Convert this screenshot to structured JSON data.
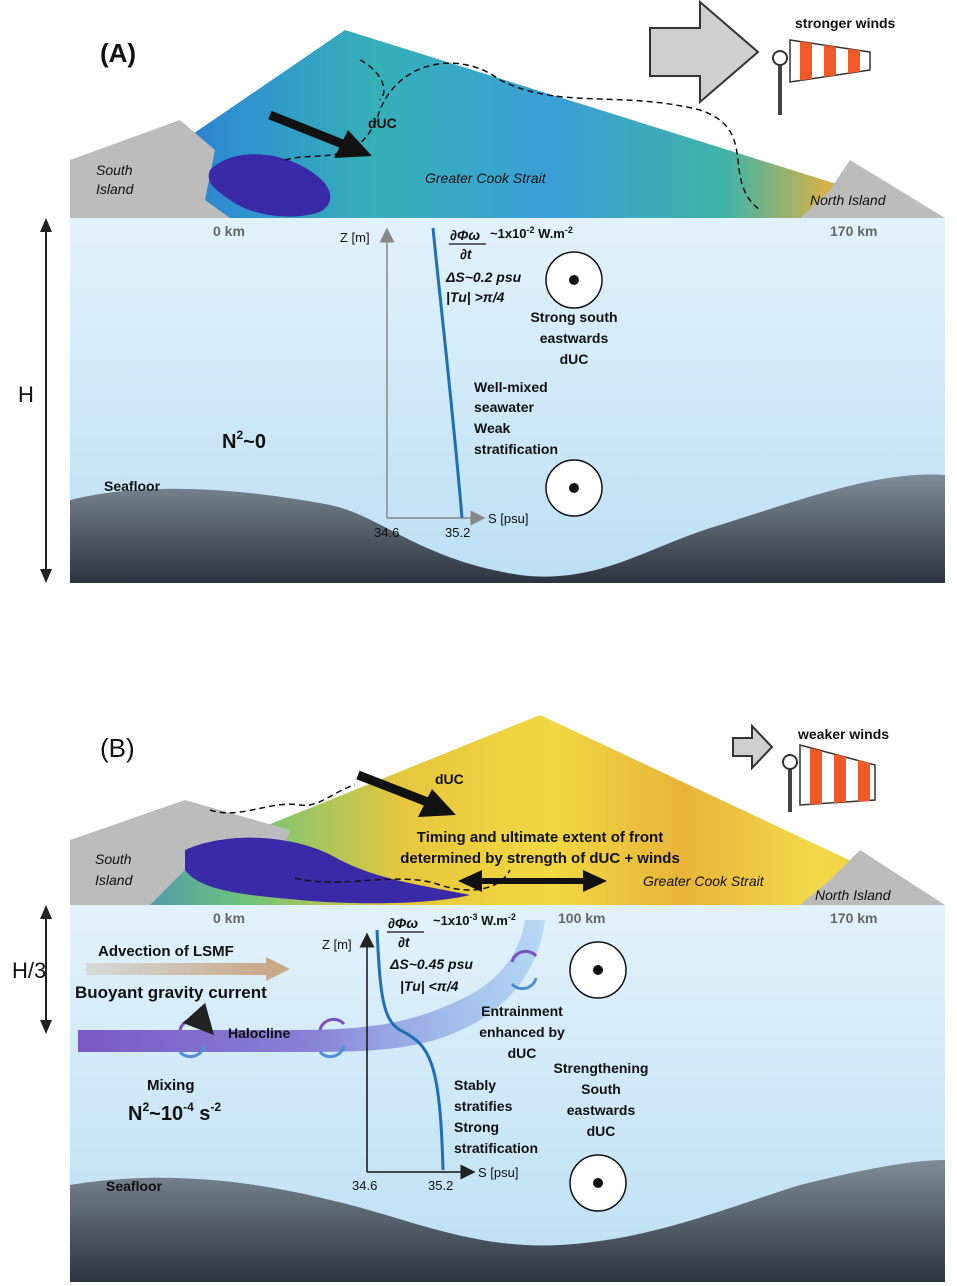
{
  "panel_a": {
    "letter": "(A)",
    "wind_label": "stronger winds",
    "duc_arrow_label": "dUC",
    "south_island_line1": "South",
    "south_island_line2": "Island",
    "north_island": "North Island",
    "strait_name": "Greater Cook Strait",
    "km_left": "0 km",
    "km_right": "170 km",
    "depth_label": "H",
    "z_axis": "Z [m]",
    "s_axis": "S [psu]",
    "s_tick_min": "34.6",
    "s_tick_max": "35.2",
    "flux_num": "∂Φω",
    "flux_den": "∂t",
    "flux_value": "~1x10",
    "flux_exp": "-2",
    "flux_unit": " W.m",
    "flux_unit_exp": "-2",
    "delta_s": "ΔS~0.2 psu",
    "turner": "|Tu| >π/4",
    "duc_note_line1": "Strong south",
    "duc_note_line2": "eastwards",
    "duc_note_line3": "dUC",
    "mix_line1": "Well-mixed",
    "mix_line2": "seawater",
    "mix_line3": "Weak",
    "mix_line4": "stratification",
    "n2_base": "N",
    "n2_exp": "2",
    "n2_rest": "~0",
    "seafloor": "Seafloor"
  },
  "panel_b": {
    "letter": "(B)",
    "wind_label": "weaker winds",
    "duc_arrow_label": "dUC",
    "front_line1": "Timing and ultimate extent of front",
    "front_line2": "determined by strength of dUC + winds",
    "south_island_line1": "South",
    "south_island_line2": "Island",
    "north_island": "North Island",
    "strait_name": "Greater Cook Strait",
    "km_left": "0 km",
    "km_mid": "100 km",
    "km_right": "170 km",
    "depth_label": "H/3",
    "z_axis": "Z [m]",
    "s_axis": "S [psu]",
    "s_tick_min": "34.6",
    "s_tick_max": "35.2",
    "flux_num": "∂Φω",
    "flux_den": "∂t",
    "flux_value": "~1x10",
    "flux_exp": "-3",
    "flux_unit": " W.m",
    "flux_unit_exp": "-2",
    "delta_s": "ΔS~0.45 psu",
    "turner": "|Tu| <π/4",
    "advection": "Advection of LSMF",
    "gravity_current": "Buoyant gravity current",
    "halocline": "Halocline",
    "mixing": "Mixing",
    "n2_base": "N",
    "n2_exp": "2",
    "n2_mid": "~10",
    "n2_exp2": "-4",
    "n2_unit": " s",
    "n2_exp3": "-2",
    "entrain_line1": "Entrainment",
    "entrain_line2": "enhanced by",
    "entrain_line3": "dUC",
    "strength_line1": "Strengthening",
    "strength_line2": "South",
    "strength_line3": "eastwards",
    "strength_line4": "dUC",
    "strat_line1": "Stably",
    "strat_line2": "stratifies",
    "strat_line3": "Strong",
    "strat_line4": "stratification",
    "seafloor": "Seafloor"
  },
  "colors": {
    "water_top": "#d9eefb",
    "water_bottom": "#bfe0f5",
    "land_gray": "#bcbcbc",
    "profile_blue": "#1f6fb7",
    "halocline_purple": "#7a4fc0",
    "advection_tan": "#c9a88a",
    "arrow_black": "#111111",
    "windsock_orange": "#f05a28"
  }
}
